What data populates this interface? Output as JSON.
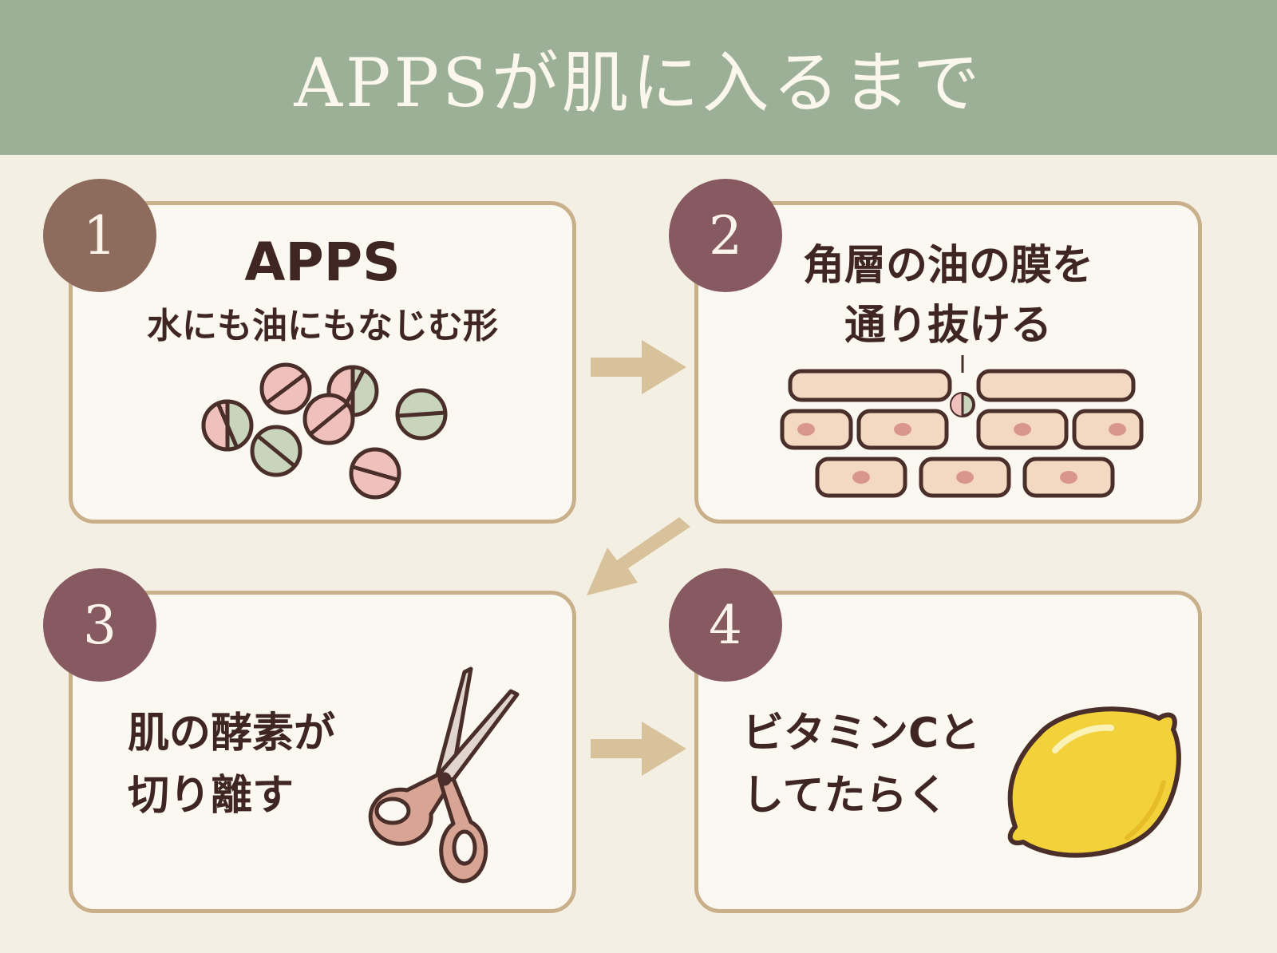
{
  "title": "APPSが肌に入るまで",
  "steps": [
    {
      "number": "1",
      "title": "APPS",
      "subtitle": "水にも油にもなじむ形",
      "illustration": "molecule-balls-icon"
    },
    {
      "number": "2",
      "lines": [
        "角層の油の膜を",
        "通り抜ける"
      ],
      "illustration": "skin-layers-icon"
    },
    {
      "number": "3",
      "lines": [
        "肌の酵素が",
        "切り離す"
      ],
      "illustration": "scissors-icon"
    },
    {
      "number": "4",
      "lines": [
        "ビタミンCと",
        "してたらく"
      ],
      "illustration": "lemon-icon"
    }
  ],
  "colors": {
    "header": "#9bb096",
    "background": "#f4efe3",
    "card_border": "#c9b08a",
    "badge_1": "#8e6c5d",
    "badge_other": "#875a62",
    "arrow": "#d8c29c",
    "text": "#3f2622"
  }
}
